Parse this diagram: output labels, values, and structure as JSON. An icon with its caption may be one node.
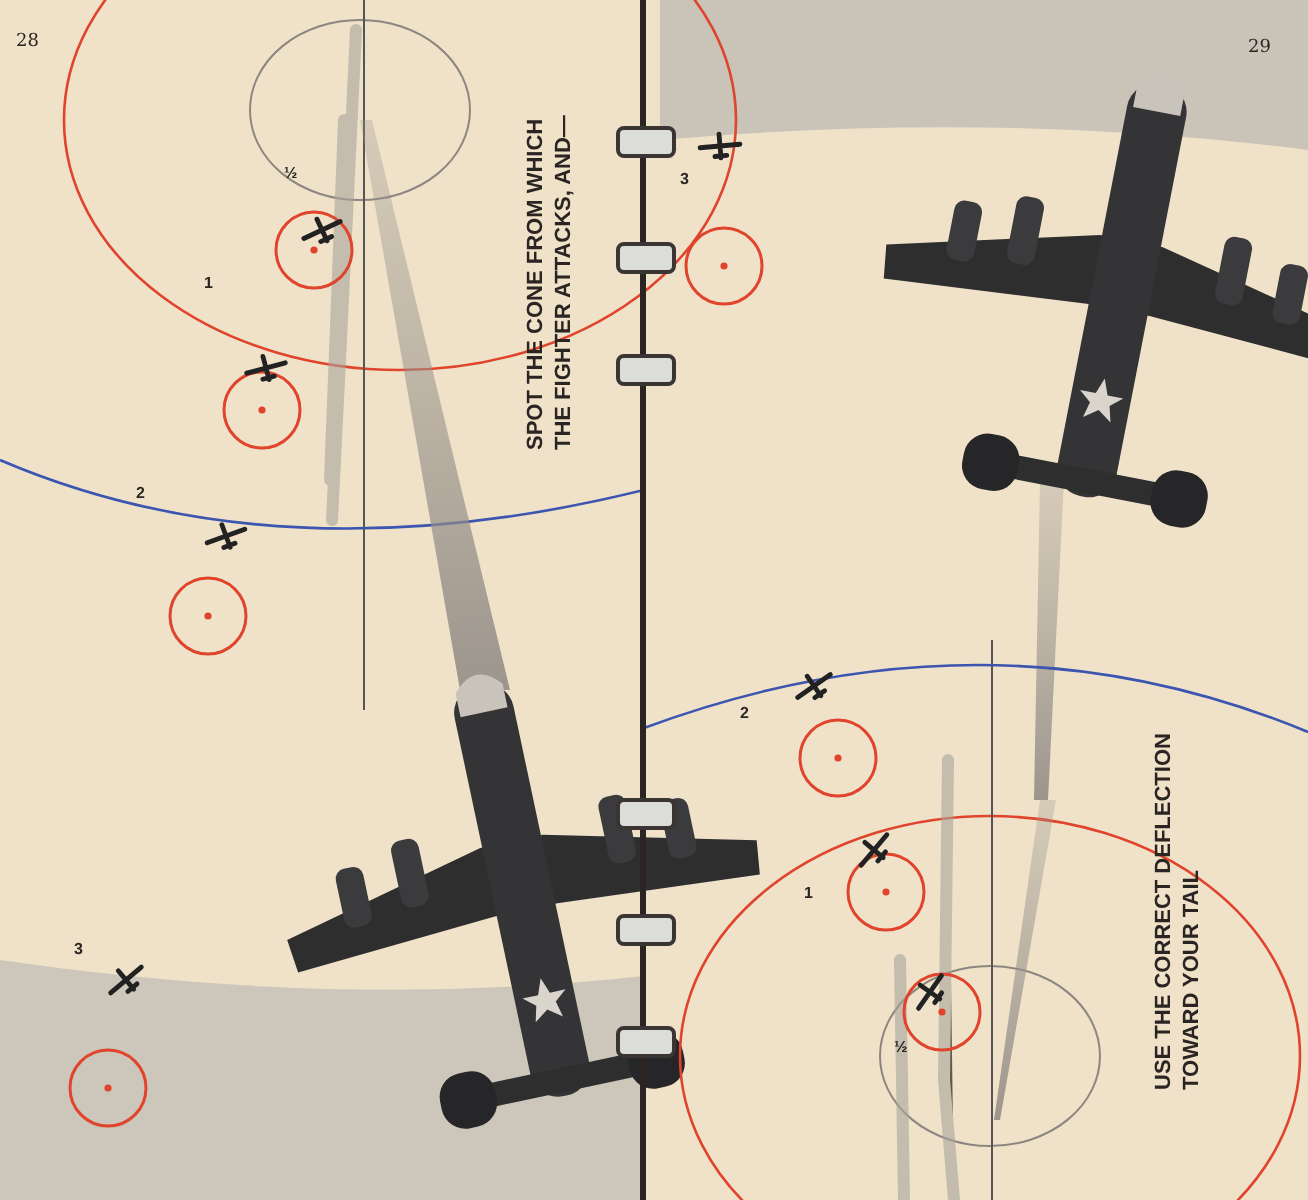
{
  "diagram": {
    "labels": [
      "28",
      "½",
      "1",
      "2",
      "3",
      "SPOT THE CONE FROM WHICH THE FIGHTER ATTACKS, AND—",
      "29",
      "3",
      "2",
      "1",
      "½",
      "USE THE CORRECT DEFLECTION TOWARD YOUR TAIL"
    ]
  }
}
